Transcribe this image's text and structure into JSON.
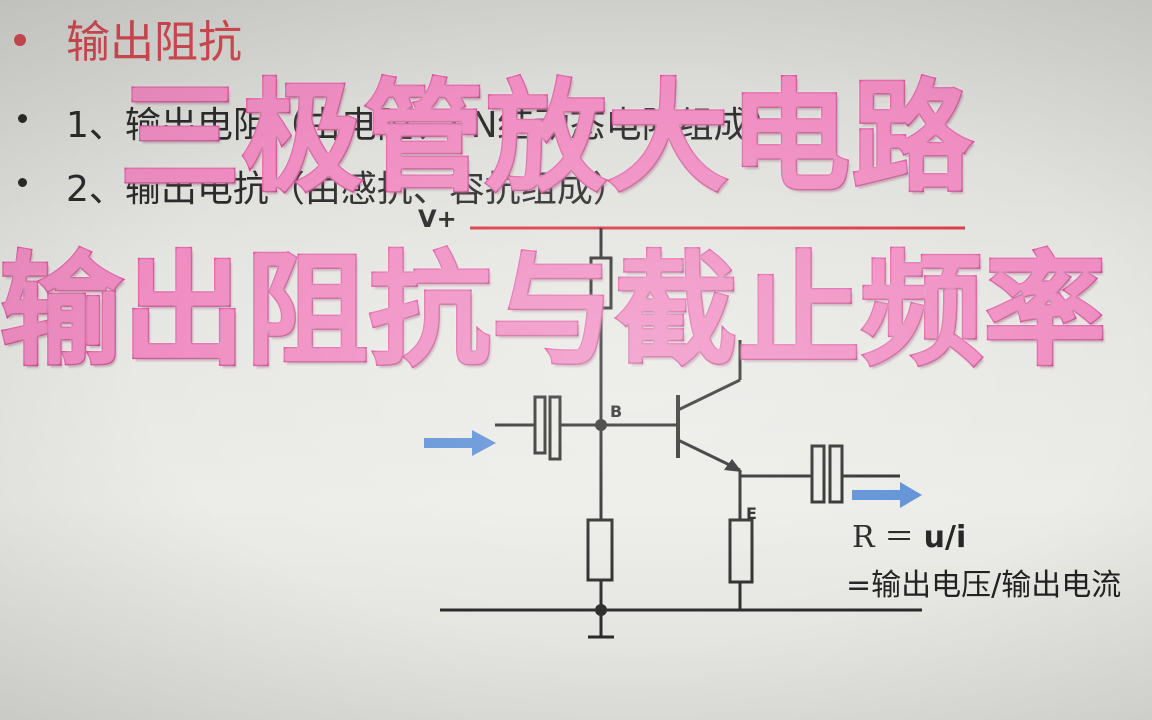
{
  "slide": {
    "heading": "输出阻抗",
    "items": [
      "1、输出电阻（由电阻、PN结动态电阻组成）",
      "2、输出电抗（由感抗、容抗组成）"
    ]
  },
  "circuit": {
    "supply_label": "V+",
    "base_label": "B",
    "emitter_label": "E"
  },
  "formula": {
    "r_prefix": "R ＝",
    "r_value": "u/i",
    "description": "=输出电压/输出电流"
  },
  "overlay": {
    "line1": "三极管放大电路",
    "line2": "输出阻抗与截止频率"
  },
  "colors": {
    "heading": "#d24a52",
    "supply_rail": "#d9363e",
    "arrow": "#5b8fd6",
    "overlay_fill": "#f08dc2",
    "overlay_stroke": "#d93f93"
  }
}
